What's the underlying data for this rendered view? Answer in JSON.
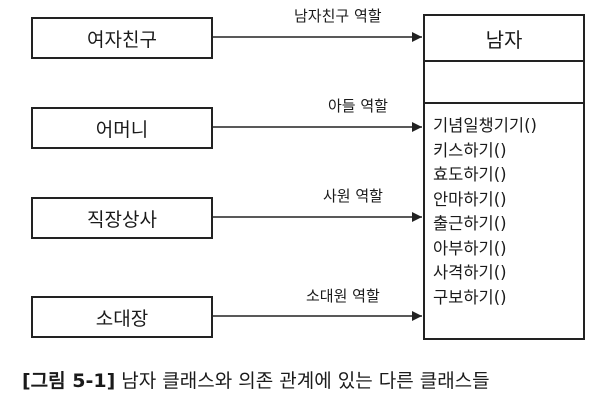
{
  "clients": [
    {
      "label": "여자친구",
      "role": "남자친구 역할"
    },
    {
      "label": "어머니",
      "role": "아들 역할"
    },
    {
      "label": "직장상사",
      "role": "사원 역할"
    },
    {
      "label": "소대장",
      "role": "소대원 역할"
    }
  ],
  "class_box": {
    "name": "남자",
    "attributes": [],
    "methods": [
      "기념일챙기기()",
      "키스하기()",
      "효도하기()",
      "안마하기()",
      "출근하기()",
      "아부하기()",
      "사격하기()",
      "구보하기()"
    ]
  },
  "caption": {
    "figure": "[그림 5-1]",
    "text": "남자 클래스와 의존 관계에 있는 다른 클래스들"
  }
}
